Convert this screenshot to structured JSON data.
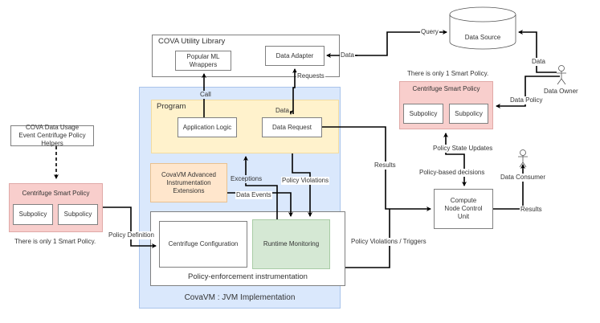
{
  "colors": {
    "jvm_fill": "#dae8fc",
    "program_fill": "#fff2cc",
    "extensions_fill": "#ffe6cc",
    "runtime_fill": "#d5e8d4",
    "policy_fill": "#f8cecc",
    "edge": "#000000"
  },
  "utility_library": {
    "title": "COVA Utility Library",
    "ml_wrappers": "Popular ML Wrappers",
    "data_adapter": "Data Adapter"
  },
  "data_source": {
    "label": "Data Source"
  },
  "actors": {
    "data_owner": "Data Owner",
    "data_consumer": "Data Consumer"
  },
  "jvm": {
    "title": "CovaVM : JVM Implementation",
    "program": {
      "title": "Program",
      "app_logic": "Application Logic",
      "data_request": "Data Request"
    },
    "extensions": "CovaVM Advanced Instrumentation Extensions",
    "enforcement": {
      "title": "Policy-enforcement instrumentation",
      "config": "Centrifuge Configuration",
      "runtime": "Runtime Monitoring"
    }
  },
  "left": {
    "helpers": "COVA Data Usage Event Centrifuge Policy Helpers",
    "policy_title": "Centrifuge Smart Policy",
    "subpolicies": [
      "Subpolicy",
      "Subpolicy"
    ],
    "note": "There is only 1 Smart Policy."
  },
  "right_policy": {
    "title": "Centrifuge Smart Policy",
    "subpolicies": [
      "Subpolicy",
      "Subpolicy"
    ],
    "note": "There is only 1 Smart Policy."
  },
  "compute_node": "Compute Node Control Unit",
  "edges": {
    "query": "Query",
    "data_to_adapter": "Data",
    "requests": "Requests",
    "call": "Call",
    "data_to_request": "Data",
    "data_owner_data": "Data",
    "data_policy": "Data Policy",
    "policy_state_updates": "Policy State Updates",
    "policy_based_decisions": "Policy-based decisions",
    "results_to_compute": "Results",
    "results_to_consumer": "Results",
    "exceptions": "Exceptions",
    "policy_violations": "Policy Violations",
    "data_events": "Data Events",
    "policy_definition": "Policy Definition",
    "violations_triggers": "Policy Violations / Triggers"
  }
}
